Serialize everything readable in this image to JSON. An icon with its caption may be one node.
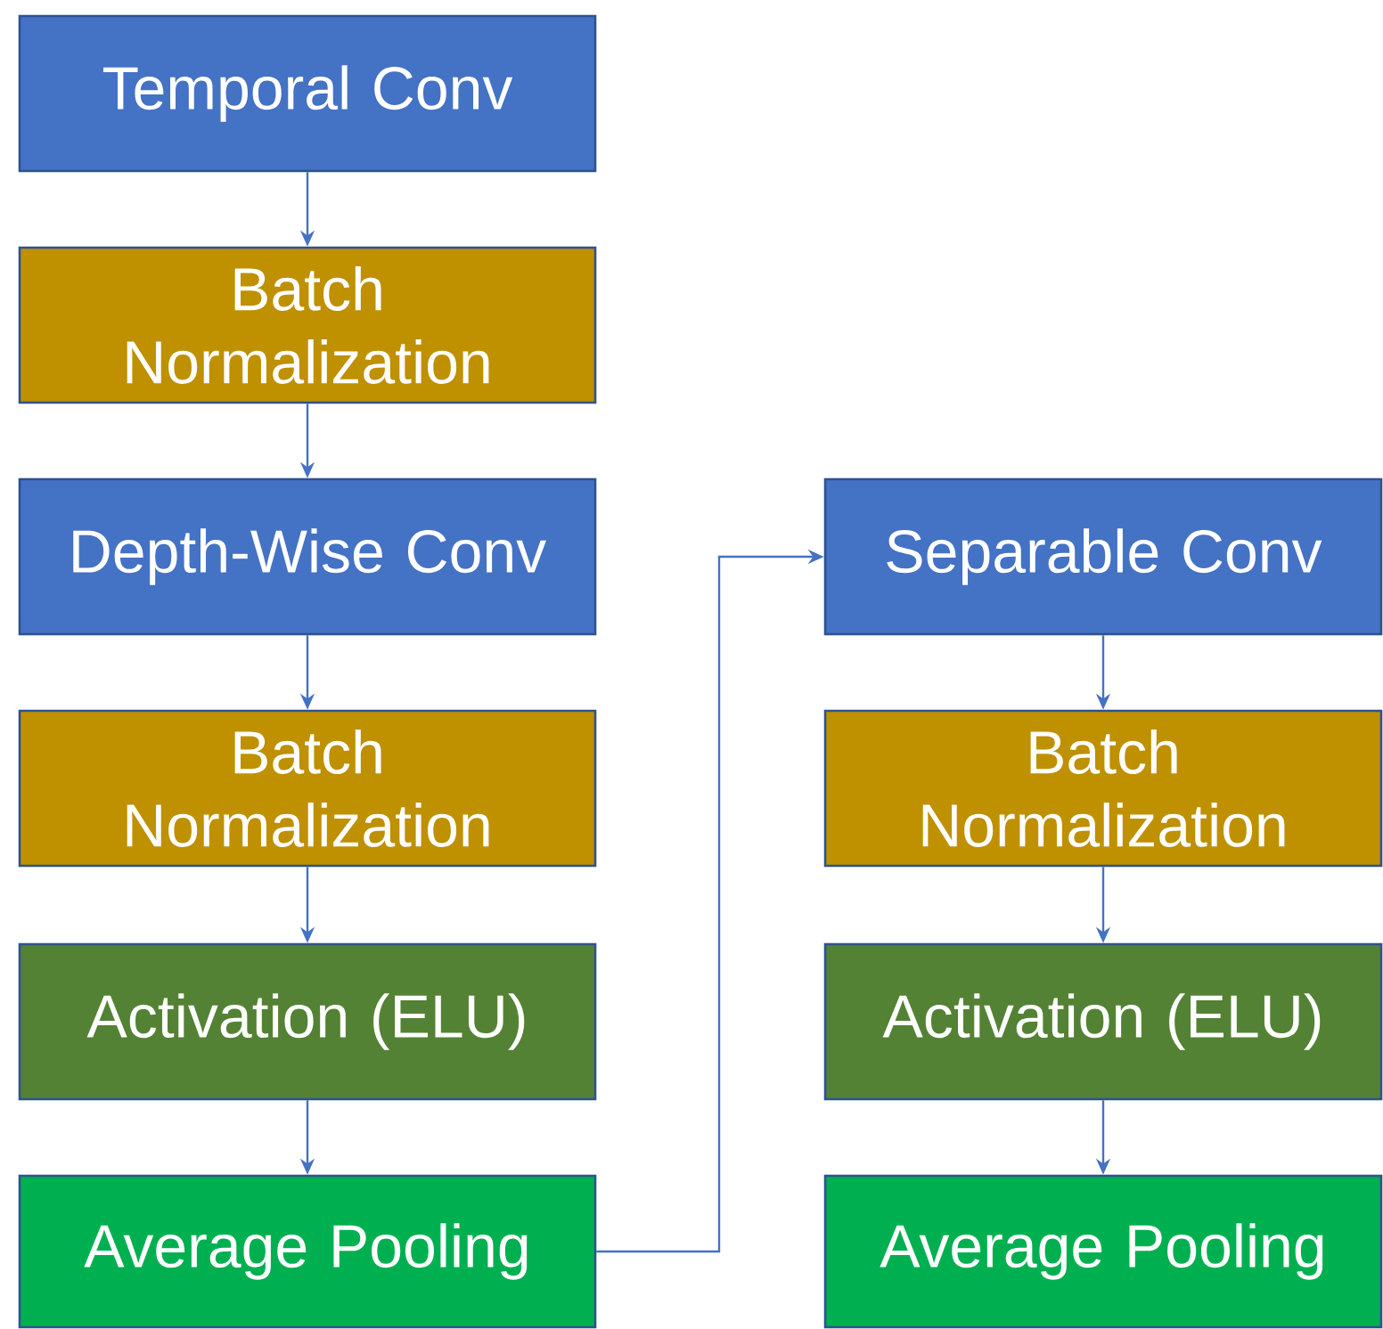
{
  "diagram": {
    "nodes": [
      {
        "text": [
          "Temporal Conv"
        ]
      },
      {
        "text": [
          "Batch Normalization"
        ]
      },
      {
        "text": [
          "Depth-Wise Conv"
        ]
      },
      {
        "text": [
          "Batch Normalization"
        ]
      },
      {
        "text": [
          "Activation (ELU)"
        ]
      },
      {
        "text": [
          "Average Pooling"
        ]
      },
      {
        "text": [
          "Separable Conv"
        ]
      },
      {
        "text": [
          "Batch Normalization"
        ]
      },
      {
        "text": [
          "Activation (ELU)"
        ]
      },
      {
        "text": [
          "Average Pooling"
        ]
      }
    ],
    "edges": [
      {
        "from": 0,
        "to": 1,
        "arrow": "to"
      },
      {
        "from": 1,
        "to": 2,
        "arrow": "to"
      },
      {
        "from": 2,
        "to": 3,
        "arrow": "to"
      },
      {
        "from": 3,
        "to": 4,
        "arrow": "to"
      },
      {
        "from": 4,
        "to": 5,
        "arrow": "to"
      },
      {
        "from": 5,
        "to": 6,
        "arrow": "to"
      },
      {
        "from": 6,
        "to": 7,
        "arrow": "to"
      },
      {
        "from": 7,
        "to": 8,
        "arrow": "to"
      },
      {
        "from": 8,
        "to": 9,
        "arrow": "to"
      }
    ]
  }
}
